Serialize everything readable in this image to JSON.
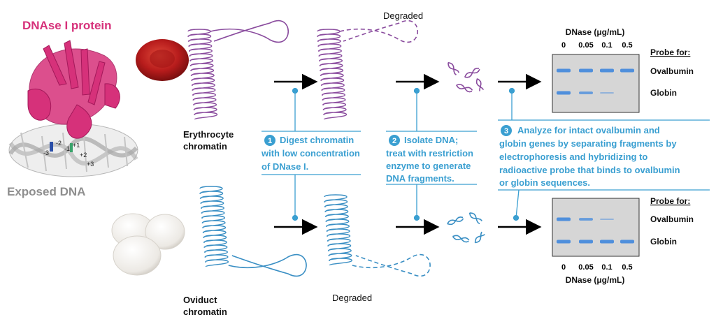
{
  "protein": {
    "title": "DNAse I protein",
    "exposed_label": "Exposed DNA",
    "markers": [
      "-3",
      "-2",
      "-1",
      "+1",
      "+2",
      "+3"
    ]
  },
  "labels": {
    "erythrocyte": [
      "Erythrocyte",
      "chromatin"
    ],
    "oviduct": [
      "Oviduct",
      "chromatin"
    ],
    "degraded": "Degraded"
  },
  "steps": [
    {
      "number": "1",
      "lines": [
        "Digest chromatin",
        "with low concentration",
        "of DNase I."
      ]
    },
    {
      "number": "2",
      "lines": [
        "Isolate DNA;",
        "treat with restriction",
        "enzyme to generate",
        "DNA fragments."
      ]
    },
    {
      "number": "3",
      "lines": [
        "Analyze for intact ovalbumin and",
        "globin genes by separating fragments by",
        "electrophoresis and hybridizing to",
        "radioactive probe that binds to ovalbumin",
        "or globin sequences."
      ]
    }
  ],
  "gels": {
    "axis_title": "DNase (μg/mL)",
    "concentrations": [
      "0",
      "0.05",
      "0.1",
      "0.5"
    ],
    "probe_header": "Probe for:",
    "rows": [
      "Ovalbumin",
      "Globin"
    ],
    "top_intensity": {
      "Ovalbumin": [
        1,
        1,
        1,
        1
      ],
      "Globin": [
        1,
        0.75,
        0.35,
        0
      ]
    },
    "bottom_intensity": {
      "Ovalbumin": [
        1,
        0.75,
        0.35,
        0
      ],
      "Globin": [
        1,
        1,
        1,
        1
      ]
    }
  },
  "colors": {
    "purple": "#8a4c9e",
    "blue": "#3a8fc4",
    "step_blue": "#3a9fd1",
    "magenta": "#d6317a",
    "band": "#4f8fdc",
    "gel": "#d6d6d6"
  }
}
